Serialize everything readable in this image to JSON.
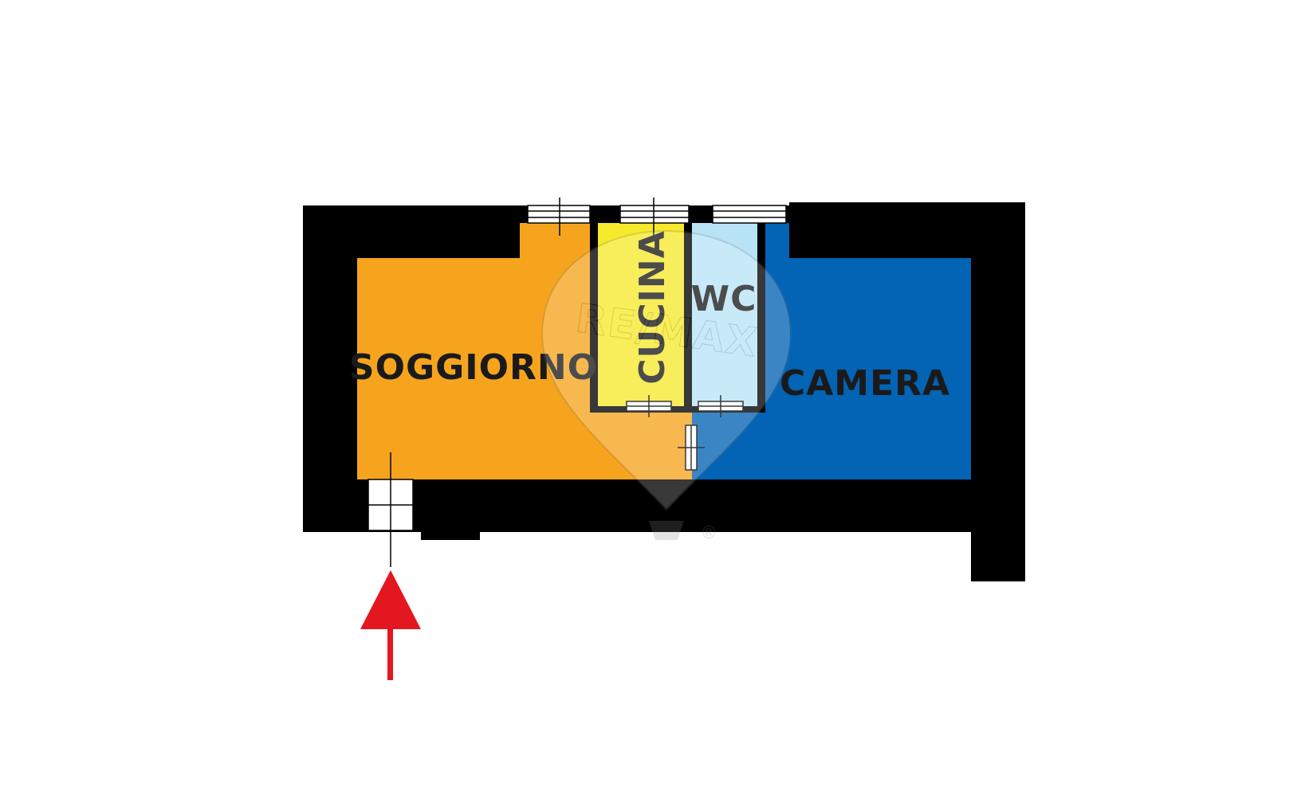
{
  "colors": {
    "wall": "#000000",
    "soggiorno": "#F6A41E",
    "cucina": "#F7E92C",
    "wc": "#B8E3F6",
    "camera": "#0363B4",
    "entrance_arrow": "#E4161F",
    "window": "#ffffff",
    "background": "#ffffff"
  },
  "rooms": {
    "soggiorno": {
      "label": "SOGGIORNO"
    },
    "cucina": {
      "label": "CUCINA"
    },
    "wc": {
      "label": "WC"
    },
    "camera": {
      "label": "CAMERA"
    }
  },
  "entrance": {
    "icon": "entrance-arrow-icon"
  },
  "watermark": {
    "text": "RE/MAX",
    "icon": "hot-air-balloon-logo",
    "registered": "®"
  }
}
